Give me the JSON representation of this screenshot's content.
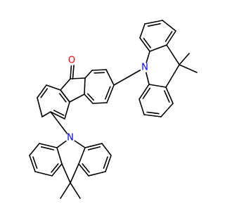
{
  "molecule": {
    "atoms": [
      {
        "id": "o1",
        "label": "O",
        "color": "#ff0000"
      },
      {
        "id": "n1",
        "label": "N",
        "color": "#0000ff"
      },
      {
        "id": "n2",
        "label": "N",
        "color": "#0000ff"
      }
    ],
    "bond_color": "#000000"
  }
}
